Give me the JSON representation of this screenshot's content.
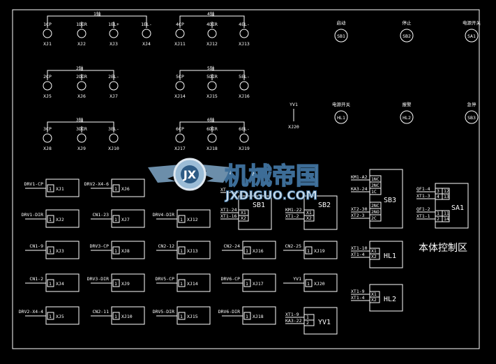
{
  "axis_groups": [
    {
      "title": "1轴",
      "terms": [
        {
          "label": "1CP",
          "id": "XJ1"
        },
        {
          "label": "1DIR",
          "id": "XJ2"
        },
        {
          "label": "1EL+",
          "id": "XJ3"
        },
        {
          "label": "1EL-",
          "id": "XJ4"
        }
      ]
    },
    {
      "title": "4轴",
      "terms": [
        {
          "label": "4CP",
          "id": "XJ11"
        },
        {
          "label": "4DIR",
          "id": "XJ12"
        },
        {
          "label": "4EL-",
          "id": "XJ13"
        }
      ]
    },
    {
      "title": "2轴",
      "terms": [
        {
          "label": "2CP",
          "id": "XJ5"
        },
        {
          "label": "2DIR",
          "id": "XJ6"
        },
        {
          "label": "2EL-",
          "id": "XJ7"
        }
      ]
    },
    {
      "title": "5轴",
      "terms": [
        {
          "label": "5CP",
          "id": "XJ14"
        },
        {
          "label": "5DIR",
          "id": "XJ15"
        },
        {
          "label": "5EL-",
          "id": "XJ16"
        }
      ]
    },
    {
      "title": "3轴",
      "terms": [
        {
          "label": "3CP",
          "id": "XJ8"
        },
        {
          "label": "3DIR",
          "id": "XJ9"
        },
        {
          "label": "3EL-",
          "id": "XJ10"
        }
      ]
    },
    {
      "title": "6轴",
      "terms": [
        {
          "label": "6CP",
          "id": "XJ17"
        },
        {
          "label": "6DIR",
          "id": "XJ18"
        },
        {
          "label": "6EL-",
          "id": "XJ19"
        }
      ]
    }
  ],
  "panel_devices": [
    {
      "label": "启动",
      "id": "SB1"
    },
    {
      "label": "停止",
      "id": "SB2"
    },
    {
      "label": "电源开关",
      "id": "SA1"
    },
    {
      "label": "YV1",
      "id": "XJ20"
    },
    {
      "label": "电源开关",
      "id": "HL1"
    },
    {
      "label": "报警",
      "id": "HL2"
    },
    {
      "label": "急停",
      "id": "SB3"
    }
  ],
  "terminal_blocks": [
    {
      "wire": "DRV1-CP",
      "pin": "1",
      "id": "XJ1"
    },
    {
      "wire": "DRV2-X4-6",
      "pin": "1",
      "id": "XJ6"
    },
    {
      "wire": "DRV1-DIR",
      "pin": "1",
      "id": "XJ2"
    },
    {
      "wire": "CN1-23",
      "pin": "1",
      "id": "XJ7"
    },
    {
      "wire": "DRV4-DIR",
      "pin": "1",
      "id": "XJ12"
    },
    {
      "wire": "CN1-9",
      "pin": "1",
      "id": "XJ3"
    },
    {
      "wire": "DRV3-CP",
      "pin": "1",
      "id": "XJ8"
    },
    {
      "wire": "CN2-12",
      "pin": "1",
      "id": "XJ13"
    },
    {
      "wire": "CN2-24",
      "pin": "1",
      "id": "XJ16"
    },
    {
      "wire": "CN2-25",
      "pin": "1",
      "id": "XJ19"
    },
    {
      "wire": "CN1-2",
      "pin": "1",
      "id": "XJ4"
    },
    {
      "wire": "DRV3-DIR",
      "pin": "1",
      "id": "XJ9"
    },
    {
      "wire": "DRV5-CP",
      "pin": "1",
      "id": "XJ14"
    },
    {
      "wire": "DRV6-CP",
      "pin": "1",
      "id": "XJ17"
    },
    {
      "wire": "YV1",
      "pin": "1",
      "id": "XJ20"
    },
    {
      "wire": "DRV2-X4-4",
      "pin": "1",
      "id": "XJ5"
    },
    {
      "wire": "CN2-11",
      "pin": "1",
      "id": "XJ10"
    },
    {
      "wire": "DRV5-DIR",
      "pin": "1",
      "id": "XJ15"
    },
    {
      "wire": "DRV6-DIR",
      "pin": "1",
      "id": "XJ18"
    }
  ],
  "components": {
    "sb1": {
      "name": "SB1",
      "wires": [
        "XT1-24",
        "XT1-16"
      ],
      "pins": [
        "X1",
        "X2"
      ]
    },
    "sb2": {
      "name": "SB2",
      "wires": [
        "KM1-22",
        "XT1-2"
      ],
      "pins": [
        "X1",
        "X2"
      ]
    },
    "sb3": {
      "name": "SB3",
      "wires": [
        "KM1-A2",
        "KA3-24",
        "XT2-30",
        "XT2-3"
      ],
      "pins": [
        "1NC",
        "2NC",
        "1C",
        "2NC",
        "2NO",
        "2C"
      ]
    },
    "sa1": {
      "name": "SA1",
      "wires": [
        "QF1-4",
        "XT1-3",
        "QF1-2",
        "XT1-1"
      ],
      "pins": [
        "3",
        "4",
        "1",
        "2",
        "12",
        "13",
        "11",
        "14"
      ]
    },
    "hl1": {
      "name": "HL1",
      "wires": [
        "XT1-10",
        "XT1-4"
      ],
      "pins": [
        "X1",
        "X2"
      ]
    },
    "hl2": {
      "name": "HL2",
      "wires": [
        "XT1-9",
        "XT1-4"
      ],
      "pins": [
        "X1",
        "X2"
      ]
    },
    "yv1": {
      "name": "YV1",
      "wires": [
        "XT1-9",
        "KA3-22"
      ],
      "pins": [
        "1",
        "2"
      ]
    },
    "xt1": {
      "label": "XT"
    }
  },
  "area_title": "本体控制区",
  "watermark": {
    "cn": "机械帝国",
    "en": "JXDIGUO.COM",
    "logo": "JX"
  }
}
